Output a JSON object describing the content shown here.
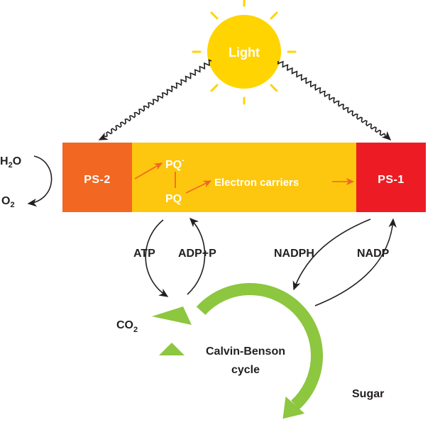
{
  "sun": {
    "label": "Light",
    "color": "#FFD400"
  },
  "membrane": {
    "ps2": {
      "label": "PS-2",
      "color": "#F26722"
    },
    "middle": {
      "color": "#FDC70F"
    },
    "ps1": {
      "label": "PS-1",
      "color": "#ED1C24"
    },
    "pq_reduced": {
      "base": "PQ",
      "sup": "-"
    },
    "pq": "PQ",
    "carriers": "Electron carriers"
  },
  "water": {
    "h2o_main": "H",
    "h2o_sub": "2",
    "h2o_end": "O",
    "o2_main": "O",
    "o2_sub": "2"
  },
  "energy": {
    "atp": "ATP",
    "adp": "ADP+P",
    "nadph": "NADPH",
    "nadp": "NADP"
  },
  "cycle": {
    "line1": "Calvin-Benson",
    "line2": "cycle",
    "color": "#8DC63F",
    "co2_main": "CO",
    "co2_sub": "2",
    "output": "Sugar"
  },
  "colors": {
    "arrow_orange": "#F26722",
    "text_dark": "#231F20",
    "text_light": "#FFFFFF"
  }
}
